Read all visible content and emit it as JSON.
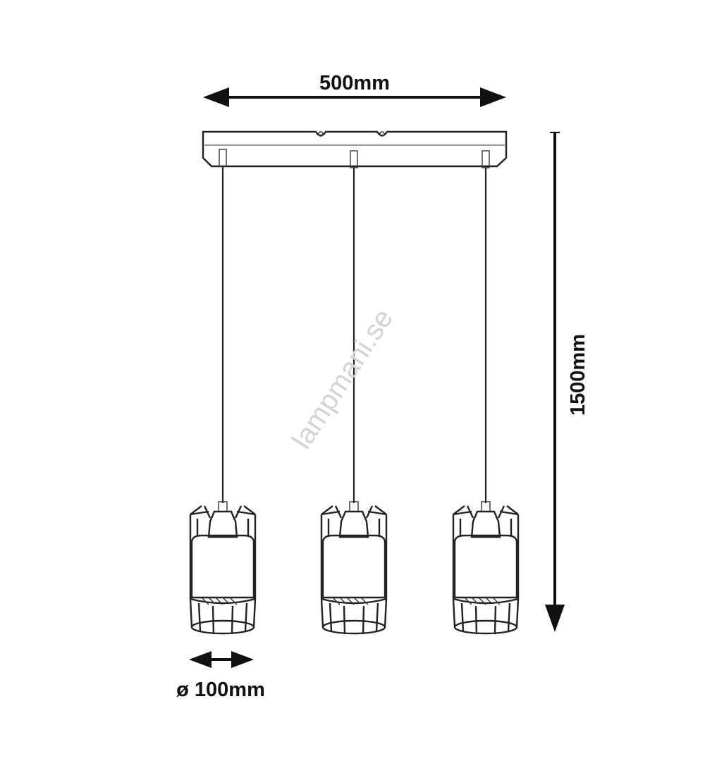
{
  "dimensions": {
    "width_label": "500mm",
    "height_label": "1500mm",
    "diameter_label": "ø 100mm"
  },
  "watermark": "lampmani.se",
  "lamp_count": 3
}
